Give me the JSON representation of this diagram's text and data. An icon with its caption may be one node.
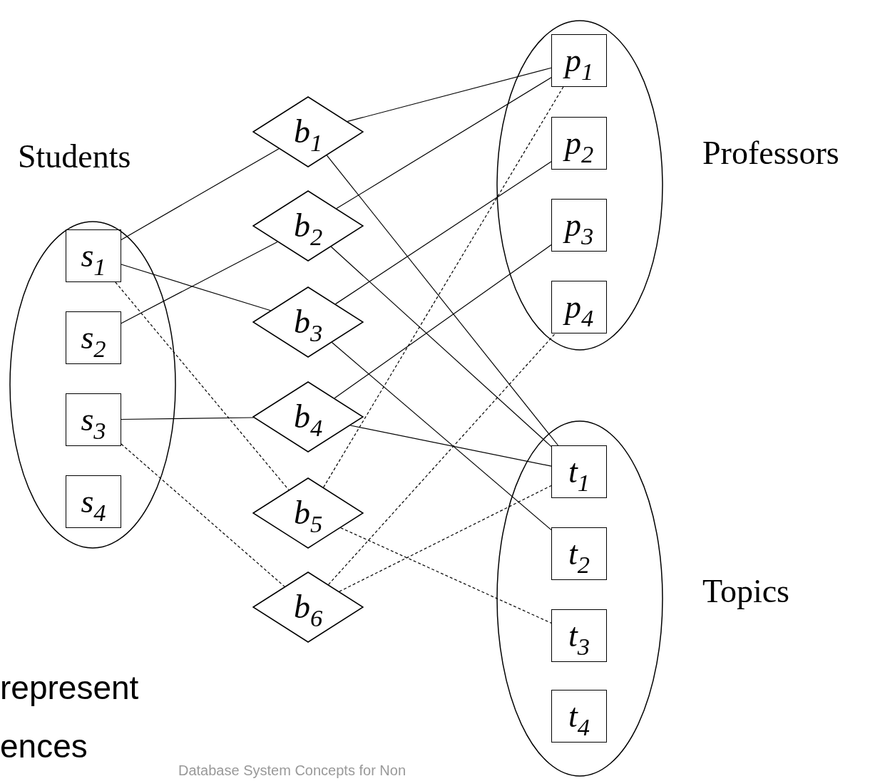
{
  "diagram": {
    "nodes": [
      {
        "text": [
          "Students"
        ]
      },
      {
        "text": [
          "s$_{1}$"
        ],
        "in": 0
      },
      {
        "text": [
          "s$_{2}$"
        ],
        "in": 0
      },
      {
        "text": [
          "s$_{3}$"
        ],
        "in": 0
      },
      {
        "text": [
          "s$_{4}$"
        ],
        "in": 0
      },
      {
        "text": [
          "b$_{1}$"
        ]
      },
      {
        "text": [
          "b$_{2}$"
        ]
      },
      {
        "text": [
          "b$_{3}$"
        ]
      },
      {
        "text": [
          "b$_{4}$"
        ]
      },
      {
        "text": [
          "b$_{5}$"
        ]
      },
      {
        "text": [
          "b$_{6}$"
        ]
      },
      {
        "text": [
          "Professors"
        ]
      },
      {
        "text": [
          "p$_{1}$"
        ],
        "in": 11
      },
      {
        "text": [
          "p$_{2}$"
        ],
        "in": 11
      },
      {
        "text": [
          "p$_{3}$"
        ],
        "in": 11
      },
      {
        "text": [
          "p$_{4}$"
        ],
        "in": 11
      },
      {
        "text": [
          "Topics"
        ]
      },
      {
        "text": [
          "t$_{1}$"
        ],
        "in": 16
      },
      {
        "text": [
          "t$_{2}$"
        ],
        "in": 16
      },
      {
        "text": [
          "t$_{3}$"
        ],
        "in": 16
      },
      {
        "text": [
          "t$_{4}$"
        ],
        "in": 16
      }
    ],
    "edges": [
      {
        "from": 1,
        "to": 5,
        "arrow": "none"
      },
      {
        "from": 5,
        "to": 12,
        "arrow": "none"
      },
      {
        "from": 5,
        "to": 17,
        "arrow": "none"
      },
      {
        "from": 2,
        "to": 6,
        "arrow": "none"
      },
      {
        "from": 6,
        "to": 12,
        "arrow": "none"
      },
      {
        "from": 6,
        "to": 17,
        "arrow": "none"
      },
      {
        "from": 1,
        "to": 7,
        "arrow": "none"
      },
      {
        "from": 7,
        "to": 13,
        "arrow": "none"
      },
      {
        "from": 7,
        "to": 18,
        "arrow": "none"
      },
      {
        "from": 3,
        "to": 8,
        "arrow": "none"
      },
      {
        "from": 8,
        "to": 14,
        "arrow": "none"
      },
      {
        "from": 8,
        "to": 17,
        "arrow": "none"
      },
      {
        "from": 1,
        "to": 9,
        "arrow": "none",
        "style": "dashed"
      },
      {
        "from": 9,
        "to": 12,
        "arrow": "none",
        "style": "dashed"
      },
      {
        "from": 9,
        "to": 19,
        "arrow": "none",
        "style": "dashed"
      },
      {
        "from": 3,
        "to": 10,
        "arrow": "none",
        "style": "dashed"
      },
      {
        "from": 10,
        "to": 15,
        "arrow": "none",
        "style": "dashed"
      },
      {
        "from": 10,
        "to": 17,
        "arrow": "none",
        "style": "dashed"
      }
    ],
    "labels": [
      "represent",
      "ences",
      "Database System Concepts for Non"
    ]
  }
}
